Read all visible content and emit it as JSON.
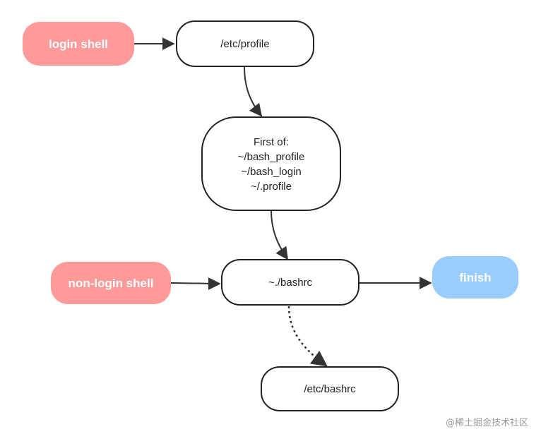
{
  "nodes": {
    "login_shell": "login shell",
    "etc_profile": "/etc/profile",
    "first_of": [
      "First of:",
      "~/bash_profile",
      "~/bash_login",
      "~/.profile"
    ],
    "non_login_shell": "non-login shell",
    "bashrc": "~./bashrc",
    "finish": "finish",
    "etc_bashrc": "/etc/bashrc"
  },
  "watermark": "@稀土掘金技术社区",
  "colors": {
    "shell_fill": "#ff9a9a",
    "finish_fill": "#99ccff",
    "box_stroke": "#222222",
    "arrow": "#333333"
  }
}
